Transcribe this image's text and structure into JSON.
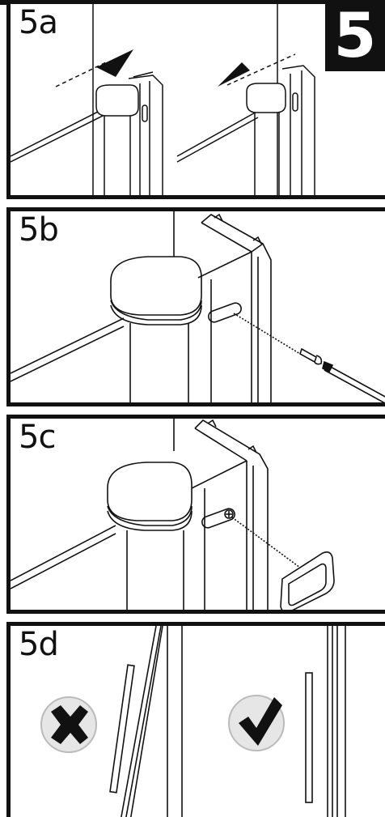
{
  "step": {
    "number": "5"
  },
  "panels": {
    "a": {
      "label": "5a"
    },
    "b": {
      "label": "5b"
    },
    "c": {
      "label": "5c"
    },
    "d": {
      "label": "5d"
    }
  },
  "icons": {
    "wrong": "cross-mark-icon",
    "correct": "check-mark-icon"
  },
  "colors": {
    "ink": "#111111",
    "paper": "#ffffff",
    "badge_bg": "#111111"
  }
}
